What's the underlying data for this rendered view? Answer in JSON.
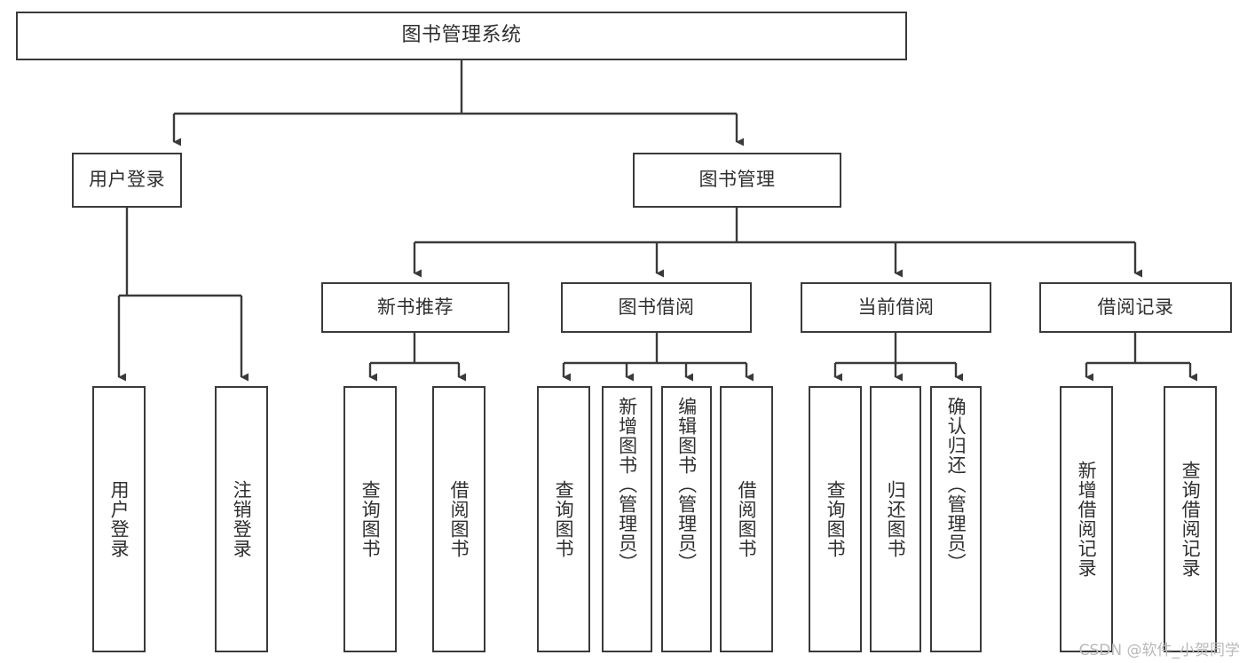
{
  "diagram": {
    "type": "tree",
    "title": "图书管理系统",
    "watermark": "CSDN @软件_小贺同学",
    "colors": {
      "stroke": "#3a3a3a",
      "fill": "#ffffff",
      "text": "#2f2f2f",
      "watermark": "#b9b9b9",
      "background": "#ffffff"
    },
    "nodes": {
      "root": {
        "label": "图书管理系统"
      },
      "level2": [
        {
          "id": "user-login",
          "label": "用户登录"
        },
        {
          "id": "book-manage",
          "label": "图书管理"
        }
      ],
      "level3": [
        {
          "id": "new-book-recommend",
          "label": "新书推荐"
        },
        {
          "id": "book-borrow",
          "label": "图书借阅"
        },
        {
          "id": "current-borrow",
          "label": "当前借阅"
        },
        {
          "id": "borrow-record",
          "label": "借阅记录"
        }
      ],
      "leaves": {
        "user_login": [
          {
            "id": "leaf-user-login",
            "label": "用户登录"
          },
          {
            "id": "leaf-logout-login",
            "label": "注销登录"
          }
        ],
        "new_book_recommend": [
          {
            "id": "leaf-query-book-1",
            "label": "查询图书"
          },
          {
            "id": "leaf-borrow-book-1",
            "label": "借阅图书"
          }
        ],
        "book_borrow": [
          {
            "id": "leaf-query-book-2",
            "label": "查询图书"
          },
          {
            "id": "leaf-add-book",
            "label": "新增图书（管理员）"
          },
          {
            "id": "leaf-edit-book",
            "label": "编辑图书（管理员）"
          },
          {
            "id": "leaf-borrow-book-2",
            "label": "借阅图书"
          }
        ],
        "current_borrow": [
          {
            "id": "leaf-query-book-3",
            "label": "查询图书"
          },
          {
            "id": "leaf-return-book",
            "label": "归还图书"
          },
          {
            "id": "leaf-confirm-return",
            "label": "确认归还（管理员）"
          }
        ],
        "borrow_record": [
          {
            "id": "leaf-add-record",
            "label": "新增借阅记录"
          },
          {
            "id": "leaf-query-record",
            "label": "查询借阅记录"
          }
        ]
      }
    }
  }
}
